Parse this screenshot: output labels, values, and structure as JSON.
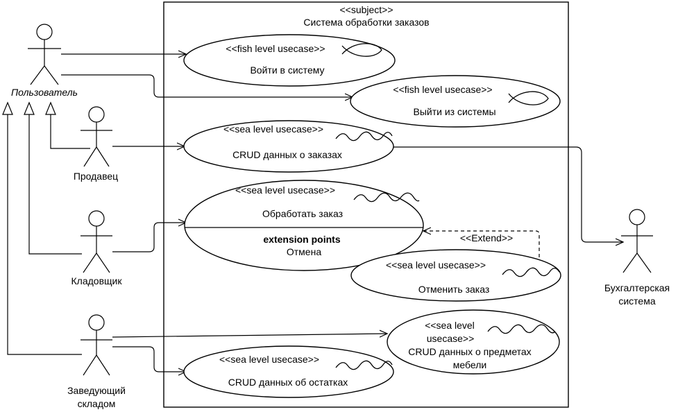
{
  "system": {
    "stereotype": "<<subject>>",
    "name": "Система обработки заказов"
  },
  "actors": {
    "user": "Пользователь",
    "seller": "Продавец",
    "storekeeper": "Кладовщик",
    "manager_line1": "Заведующий",
    "manager_line2": "складом",
    "accounting_line1": "Бухгалтерская",
    "accounting_line2": "система"
  },
  "usecases": {
    "login": {
      "stereotype": "<<fish level usecase>>",
      "name": "Войти в систему",
      "level_icon": "fish-icon"
    },
    "logout": {
      "stereotype": "<<fish level usecase>>",
      "name": "Выйти из системы",
      "level_icon": "fish-icon"
    },
    "crud_orders": {
      "stereotype": "<<sea level usecase>>",
      "name": "CRUD данных о заказах",
      "level_icon": "wave-icon"
    },
    "process_order": {
      "stereotype": "<<sea level usecase>>",
      "name": "Обработать заказ",
      "extension_points_label": "extension points",
      "extension_point": "Отмена",
      "level_icon": "wave-icon"
    },
    "cancel_order": {
      "stereotype": "<<sea level usecase>>",
      "name": "Отменить заказ",
      "level_icon": "wave-icon"
    },
    "crud_furniture": {
      "stereotype_line1": "<<sea level",
      "stereotype_line2": "usecase>>",
      "name_line1": "CRUD данных о предметах",
      "name_line2": "мебели",
      "level_icon": "wave-icon"
    },
    "crud_stock": {
      "stereotype": "<<sea level usecase>>",
      "name": "CRUD данных об остатках",
      "level_icon": "wave-icon"
    }
  },
  "relations": {
    "extend_label": "<<Extend>>"
  }
}
